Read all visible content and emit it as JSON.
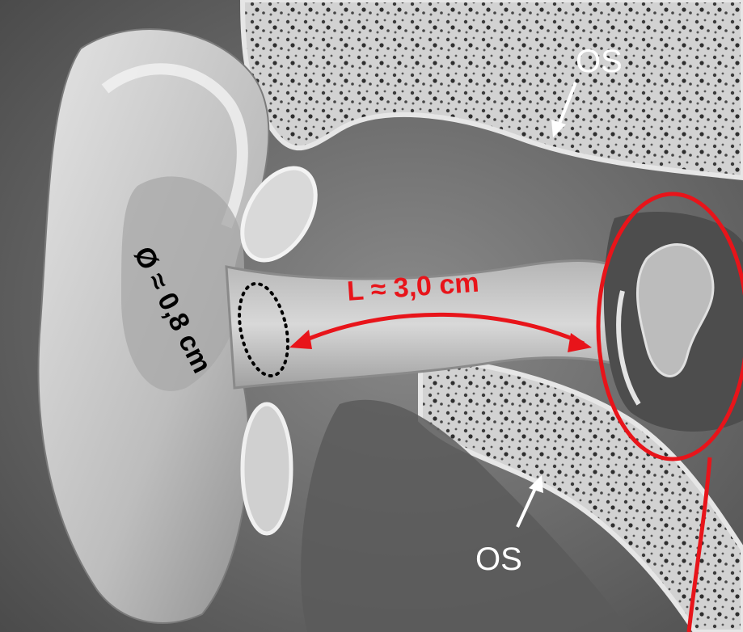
{
  "labels": {
    "bone_top": "OS",
    "bone_bottom": "OS",
    "canal_length": "L ≈ 3,0 cm",
    "canal_diameter": "Ø ≈ 0,8 cm"
  },
  "colors": {
    "annotation_red": "#e8141a",
    "text_black": "#000000",
    "text_white": "#ffffff",
    "bone": "#d6d6d6",
    "bone_pores": "#3a3a3a",
    "skin": "#cfcfcf",
    "background": "#6e6e6e"
  }
}
